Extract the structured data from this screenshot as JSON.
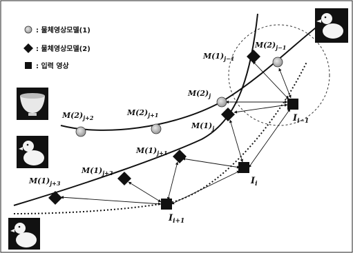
{
  "legend": [
    {
      "symbol": "circle",
      "text": ": 물체영상모델(1)"
    },
    {
      "symbol": "diamond",
      "text": ": 물체영상모델(2)"
    },
    {
      "symbol": "square",
      "text": ": 입력 영상"
    }
  ],
  "model2_labels": [
    {
      "main": "M(2)",
      "sub": "j+2"
    },
    {
      "main": "M(2)",
      "sub": "j+1"
    },
    {
      "main": "M(2)",
      "sub": "j"
    },
    {
      "main": "M(2)",
      "sub": "j−1"
    }
  ],
  "model1_labels": [
    {
      "main": "M(1)",
      "sub": "j+3"
    },
    {
      "main": "M(1)",
      "sub": "j+2"
    },
    {
      "main": "M(1)",
      "sub": "j+1"
    },
    {
      "main": "M(1)",
      "sub": "j"
    },
    {
      "main": "M(1)",
      "sub": "j−1"
    }
  ],
  "input_labels": [
    {
      "main": "I",
      "sub": "i+1"
    },
    {
      "main": "I",
      "sub": "i"
    },
    {
      "main": "I",
      "sub": "i−1"
    }
  ],
  "thumbnails": [
    {
      "name": "duck-photo-top-right"
    },
    {
      "name": "cup-photo-left"
    },
    {
      "name": "duck-photo-left"
    },
    {
      "name": "duck-photo-bottom-left"
    }
  ]
}
